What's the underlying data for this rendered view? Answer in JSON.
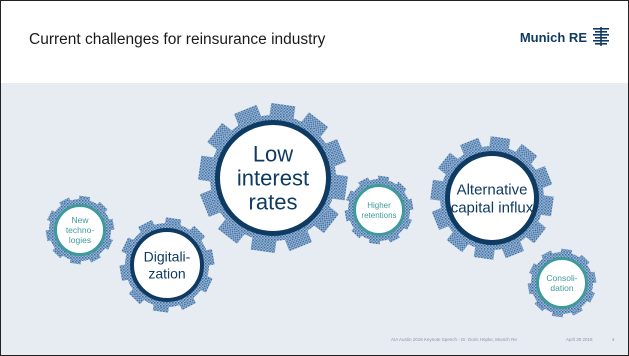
{
  "slide": {
    "title": "Current challenges for reinsurance industry",
    "brand": "Munich RE"
  },
  "gears": [
    {
      "label_lines": [
        "Low",
        "interest",
        "rates"
      ],
      "size": "large"
    },
    {
      "label_lines": [
        "Alternative",
        "capital influx"
      ],
      "size": "large"
    },
    {
      "label_lines": [
        "Digitali-",
        "zation"
      ],
      "size": "medium"
    },
    {
      "label_lines": [
        "New",
        "techno-",
        "logies"
      ],
      "size": "small"
    },
    {
      "label_lines": [
        "Higher",
        "retentions"
      ],
      "size": "small"
    },
    {
      "label_lines": [
        "Consoli-",
        "dation"
      ],
      "size": "small"
    }
  ],
  "footer": {
    "speech": "AIA Austin 2018 Keynote Speech - Dr. Doris Höpke, Munich Re",
    "date": "April 30 2018",
    "page": "4"
  },
  "colors": {
    "navy": "#0f3b62",
    "teal": "#3f9a9a",
    "cogs": "#4a78a8",
    "background": "#e6ecf2"
  }
}
